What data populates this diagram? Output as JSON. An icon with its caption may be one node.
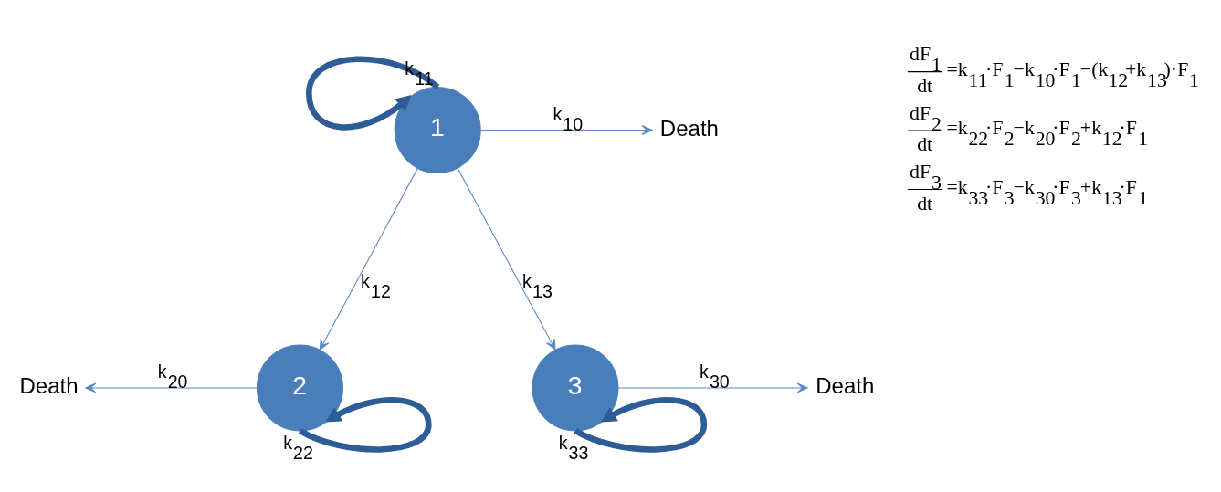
{
  "diagram": {
    "nodes": [
      {
        "text": [
          "1"
        ]
      },
      {
        "text": [
          "Death"
        ]
      },
      {
        "text": [
          "Death"
        ]
      },
      {
        "text": [
          "2"
        ]
      },
      {
        "text": [
          "3"
        ]
      },
      {
        "text": [
          "Death"
        ]
      }
    ],
    "edges": [
      {
        "from": 0,
        "to": 0,
        "arrow": "to",
        "label": "k$_{11}$",
        "style": "thick",
        "color": "#2e5c97"
      },
      {
        "from": 0,
        "to": 1,
        "arrow": "to",
        "label": "k$_{10}$"
      },
      {
        "from": 0,
        "to": 3,
        "arrow": "to",
        "label": "k$_{12}$"
      },
      {
        "from": 0,
        "to": 4,
        "arrow": "to",
        "label": "k$_{13}$"
      },
      {
        "from": 3,
        "to": 2,
        "arrow": "to",
        "label": "k$_{20}$"
      },
      {
        "from": 4,
        "to": 5,
        "arrow": "to",
        "label": "k$_{30}$"
      },
      {
        "from": 3,
        "to": 3,
        "arrow": "to",
        "label": "k$_{22}$",
        "style": "thick",
        "color": "#2e5c97"
      },
      {
        "from": 4,
        "to": 4,
        "arrow": "to",
        "label": "k$_{33}$",
        "style": "thick",
        "color": "#2e5c97"
      }
    ],
    "labels": [
      "dF$_{1}$",
      "dt",
      "=k$_{11}$·F$_{1}$−k$_{10}$·F$_{1}$−(k$_{12}$+k$_{13}$)·F$_{1}$",
      "dF$_{2}$",
      "dt",
      "=k$_{22}$·F$_{2}$−k$_{20}$·F$_{2}$+k$_{12}$·F$_{1}$",
      "dF$_{3}$",
      "dt",
      "=k$_{33}$·F$_{3}$−k$_{30}$·F$_{3}$+k$_{13}$·F$_{1}$"
    ]
  }
}
